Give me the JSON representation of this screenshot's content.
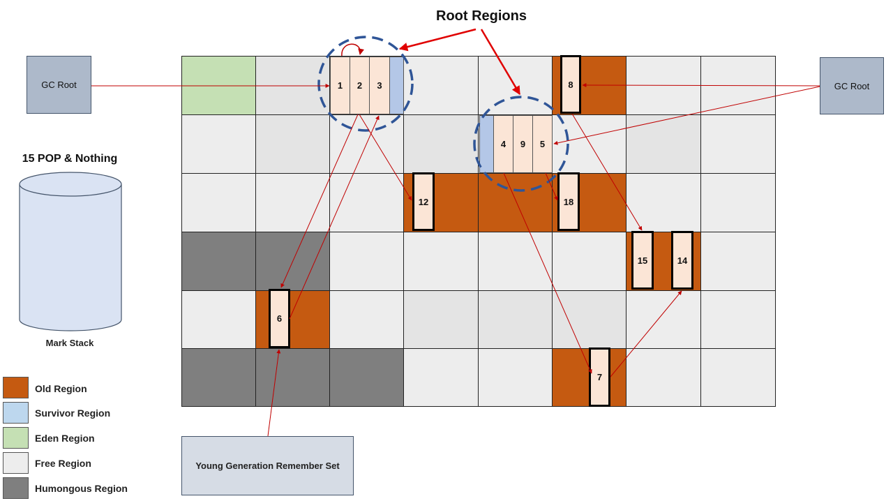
{
  "title": "Root Regions",
  "gc_root_left": "GC Root",
  "gc_root_right": "GC Root",
  "mark_stack": {
    "heading": "15 POP & Nothing",
    "label": "Mark Stack"
  },
  "remember_set": "Young Generation Remember Set",
  "legend": [
    {
      "label": "Old Region",
      "color": "#c55a11"
    },
    {
      "label": "Survivor Region",
      "color": "#bdd7ee"
    },
    {
      "label": "Eden Region",
      "color": "#c5e0b4"
    },
    {
      "label": "Free Region",
      "color": "#ededed"
    },
    {
      "label": "Humongous Region",
      "color": "#7f7f7f"
    }
  ],
  "objects": {
    "o1": "1",
    "o2": "2",
    "o3": "3",
    "o4": "4",
    "o9": "9",
    "o5": "5",
    "o8": "8",
    "o12": "12",
    "o18": "18",
    "o15": "15",
    "o14": "14",
    "o6": "6",
    "o7": "7"
  },
  "colors": {
    "old": "#c55a11",
    "survivor": "#bdd7ee",
    "eden": "#c5e0b4",
    "free": "#ededed",
    "free_alt": "#e4e4e4",
    "humongous": "#7f7f7f",
    "object": "#fbe5d6",
    "arrow": "#c00000",
    "circle": "#2f5597"
  }
}
